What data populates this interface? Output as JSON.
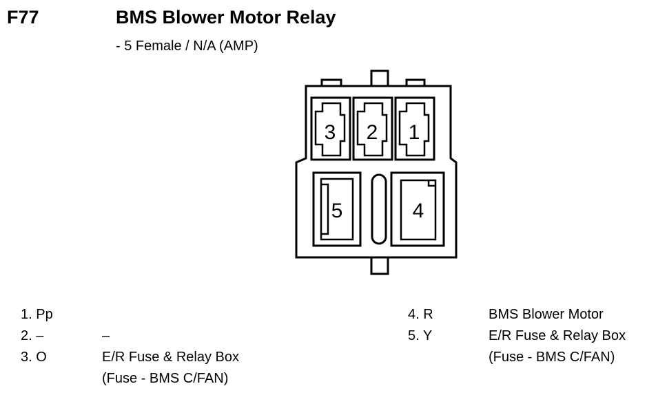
{
  "header": {
    "code": "F77",
    "title": "BMS Blower Motor Relay",
    "subtitle": "- 5 Female / N/A (AMP)"
  },
  "connector": {
    "pins": {
      "p1": "1",
      "p2": "2",
      "p3": "3",
      "p4": "4",
      "p5": "5"
    }
  },
  "left_pins": [
    {
      "pin": "1. Pp",
      "desc": "",
      "desc2": ""
    },
    {
      "pin": "2. –",
      "desc": "–",
      "desc2": ""
    },
    {
      "pin": "3. O",
      "desc": "E/R Fuse & Relay Box",
      "desc2": "(Fuse - BMS C/FAN)"
    }
  ],
  "right_pins": [
    {
      "pin": "4. R",
      "desc": "BMS Blower Motor",
      "desc2": ""
    },
    {
      "pin": "5. Y",
      "desc": "E/R Fuse & Relay Box",
      "desc2": "(Fuse - BMS C/FAN)"
    }
  ]
}
